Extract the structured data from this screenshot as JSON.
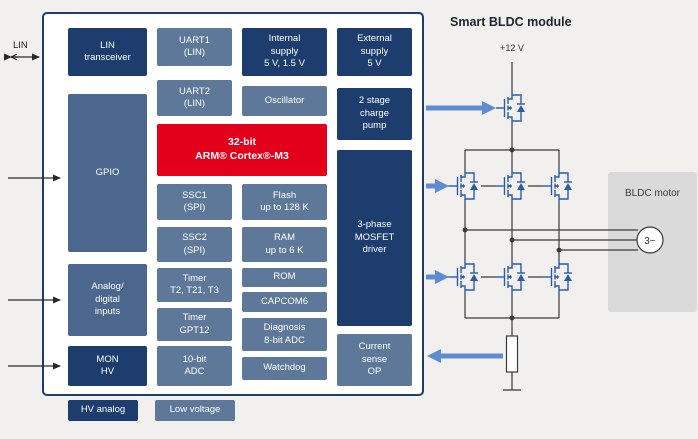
{
  "title": "Smart BLDC module",
  "left": {
    "lin_label": "LIN"
  },
  "blocks": {
    "lin_transceiver": "LIN\ntransceiver",
    "gpio": "GPIO",
    "analog_inputs": "Analog/\ndigital\ninputs",
    "mon_hv": "MON\nHV",
    "uart1": "UART1\n(LIN)",
    "uart2": "UART2\n(LIN)",
    "cortex": "32-bit\nARM® Cortex®-M3",
    "ssc1": "SSC1\n(SPI)",
    "ssc2": "SSC2\n(SPI)",
    "timer_t2": "Timer\nT2, T21, T3",
    "timer_gpt12": "Timer\nGPT12",
    "adc10": "10-bit\nADC",
    "internal_supply": "Internal\nsupply\n5 V, 1.5 V",
    "oscillator": "Oscillator",
    "flash": "Flash\nup to 128 K",
    "ram": "RAM\nup to 6 K",
    "rom": "ROM",
    "capcom6": "CAPCOM6",
    "diagnosis": "Diagnosis\n8-bit ADC",
    "watchdog": "Watchdog",
    "external_supply": "External\nsupply\n5 V",
    "charge_pump": "2 stage\ncharge\npump",
    "mosfet_driver": "3-phase\nMOSFET\ndriver",
    "current_sense": "Current\nsense\nOP"
  },
  "legend": {
    "hv_analog": "HV analog",
    "low_voltage": "Low voltage"
  },
  "right": {
    "supply_label": "+12 V",
    "motor_label": "BLDC motor",
    "motor_symbol": "3~"
  },
  "colors": {
    "navy": "#1c3d6e",
    "slate": "#5d7899",
    "slate_dark": "#4c678e",
    "red": "#e2001a",
    "arrow_blue": "#5e8cd0",
    "mosfet_blue": "#2e5ba8",
    "wire": "#3a3a3a",
    "motor_box_gray": "#dadada",
    "background": "#f1f0ee"
  }
}
